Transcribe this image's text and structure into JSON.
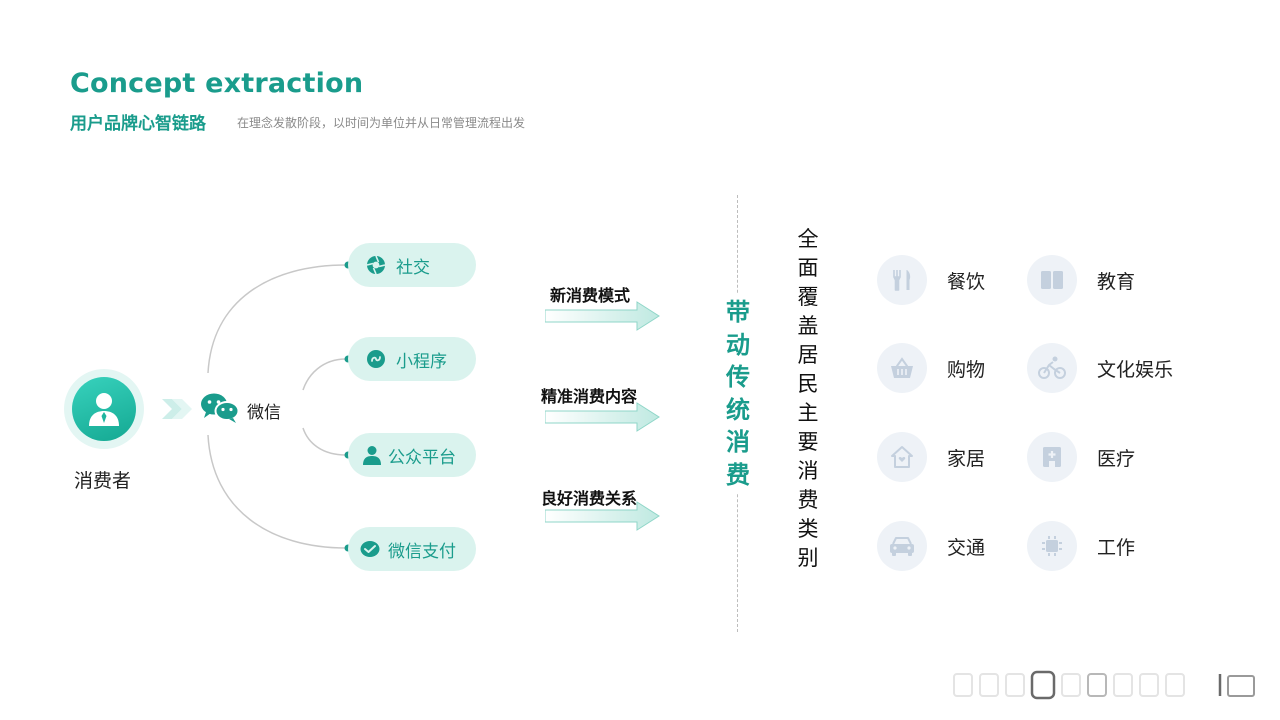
{
  "header": {
    "title": "Concept extraction",
    "subtitle": "用户品牌心智链路",
    "description": "在理念发散阶段，以时间为单位并从日常管理流程出发"
  },
  "consumer": {
    "label": "消费者",
    "icon": "user-icon"
  },
  "wechat": {
    "label": "微信",
    "icon": "wechat-icon"
  },
  "channels": [
    {
      "label": "社交",
      "icon": "aperture-icon"
    },
    {
      "label": "小程序",
      "icon": "mini-program-icon"
    },
    {
      "label": "公众平台",
      "icon": "person-icon"
    },
    {
      "label": "微信支付",
      "icon": "pay-check-icon"
    }
  ],
  "benefits": [
    {
      "label": "新消费模式"
    },
    {
      "label": "精准消费内容"
    },
    {
      "label": "良好消费关系"
    }
  ],
  "drive_label": "带动传统消费",
  "coverage_label": "全面覆盖居民主要消费类别",
  "categories": [
    {
      "label": "餐饮",
      "icon": "fork-knife-icon"
    },
    {
      "label": "教育",
      "icon": "book-icon"
    },
    {
      "label": "购物",
      "icon": "basket-icon"
    },
    {
      "label": "文化娱乐",
      "icon": "cyclist-icon"
    },
    {
      "label": "家居",
      "icon": "home-icon"
    },
    {
      "label": "医疗",
      "icon": "hospital-icon"
    },
    {
      "label": "交通",
      "icon": "car-icon"
    },
    {
      "label": "工作",
      "icon": "chip-icon"
    }
  ],
  "colors": {
    "accent": "#1a9c8c",
    "pill_bg": "#daf3ee",
    "icon_circle_bg": "#eef2f7",
    "icon_color": "#c4d0de"
  }
}
